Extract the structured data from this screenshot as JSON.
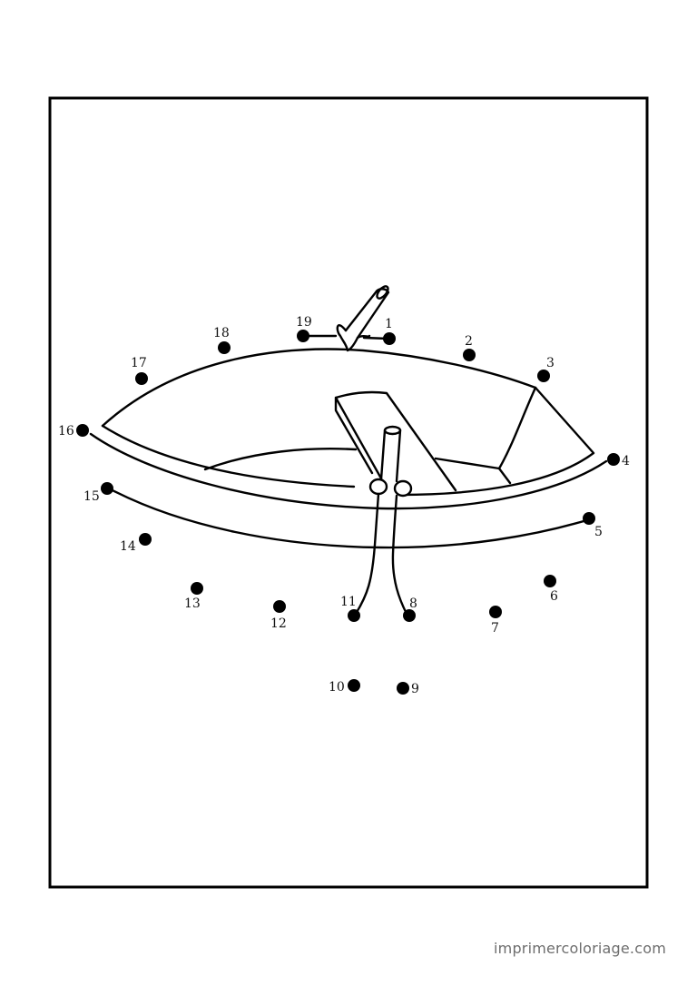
{
  "credit": "imprimercoloriage.com",
  "dots": [
    {
      "n": "1"
    },
    {
      "n": "2"
    },
    {
      "n": "3"
    },
    {
      "n": "4"
    },
    {
      "n": "5"
    },
    {
      "n": "6"
    },
    {
      "n": "7"
    },
    {
      "n": "8"
    },
    {
      "n": "9"
    },
    {
      "n": "10"
    },
    {
      "n": "11"
    },
    {
      "n": "12"
    },
    {
      "n": "13"
    },
    {
      "n": "14"
    },
    {
      "n": "15"
    },
    {
      "n": "16"
    },
    {
      "n": "17"
    },
    {
      "n": "18"
    },
    {
      "n": "19"
    }
  ]
}
